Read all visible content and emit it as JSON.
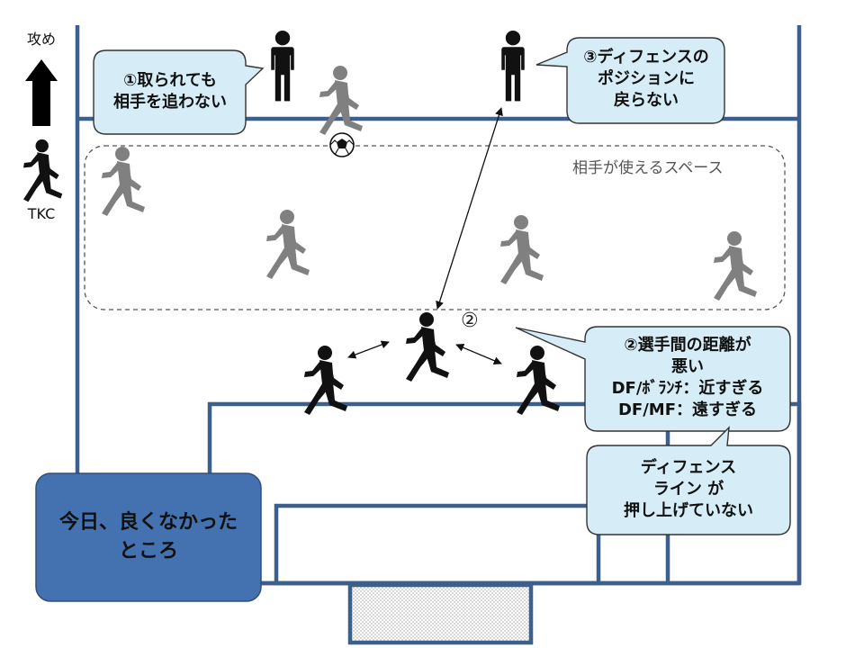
{
  "side": {
    "attack_label": "攻め",
    "team_label": "TKC"
  },
  "callouts": {
    "c1": "①取られても\n相手を追わない",
    "c3": "③ディフェンスの\nポジションに\n戻らない",
    "c2": "②選手間の距離が\n悪い\nDF/ﾎﾞﾗﾝﾁ：近すぎる\nDF/MF：遠すぎる",
    "c4": "ディフェンス\nライン が\n押し上げていない"
  },
  "space_label": "相手が使えるスペース",
  "marker_2": "②",
  "panel": {
    "text": "今日、良くなかった\nところ"
  },
  "colors": {
    "field_line": "#3d5f8c",
    "callout_fill": "#d6edf8",
    "callout_border": "#333333",
    "panel_fill": "#4472b0",
    "panel_border": "#2f4f7a",
    "team_player": "#111111",
    "opponent_player": "#808080",
    "coach": "#111111"
  },
  "icons": {
    "attack_direction": "arrow-up-icon",
    "team_player": "running-person-icon",
    "opponent_player": "running-person-icon",
    "coach": "standing-person-icon",
    "ball": "soccer-ball-icon"
  }
}
